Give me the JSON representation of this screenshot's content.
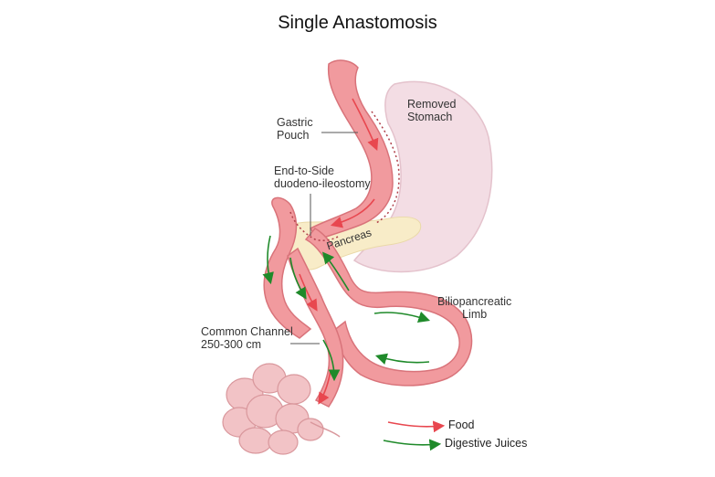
{
  "title": "Single Anastomosis",
  "labels": {
    "removed_stomach": [
      "Removed",
      "Stomach"
    ],
    "gastric_pouch": [
      "Gastric",
      "Pouch"
    ],
    "anastomosis": [
      "End-to-Side",
      "duodeno-ileostomy"
    ],
    "pancreas": "Pancreas",
    "biliopancreatic_limb": [
      "Biliopancreatic",
      "Limb"
    ],
    "common_channel": [
      "Common Channel",
      "250-300 cm"
    ]
  },
  "legend": [
    {
      "label": "Food",
      "color": "#e8474f"
    },
    {
      "label": "Digestive Juices",
      "color": "#1f8a2a"
    }
  ],
  "colors": {
    "stomach": "#f3dde4",
    "intestine": "#f19a9e",
    "intestine_dark": "#d9737a",
    "pancreas": "#f8ecc8",
    "food_arrow": "#e8474f",
    "juice_arrow": "#1f8a2a",
    "leader": "#555555"
  }
}
